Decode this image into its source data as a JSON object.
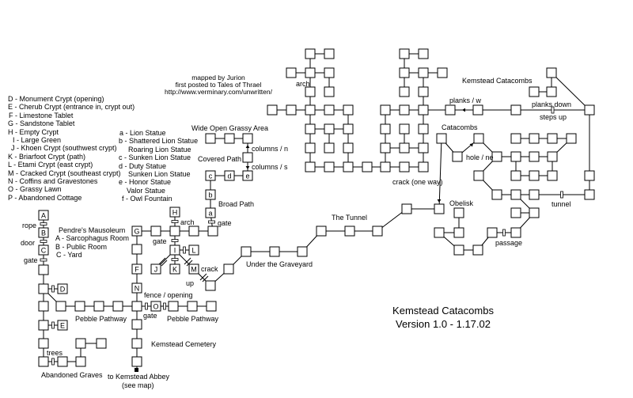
{
  "map": {
    "title": "Kemstead Catacombs",
    "version": "Version 1.0 - 1.17.02",
    "credits": [
      "mapped by Jurion",
      "first posted to Tales of Thrael",
      "http://www.verminary.com/unwritten/"
    ],
    "legend_upper": [
      "D - Monument Crypt (opening)",
      "E - Cherub Crypt (entrance in, crypt out)",
      "F - Limestone Tablet",
      "G - Sandstone Tablet",
      "H - Empty Crypt",
      "I - Large Green",
      "J - Khoen Crypt (southwest crypt)",
      "K - Briarfoot Crypt (path)",
      "L - Etami Crypt (east crypt)",
      "M - Cracked Crypt (southeast crypt)",
      "N - Coffins and Gravestones",
      "O - Grassy Lawn",
      "P - Abandoned Cottage"
    ],
    "legend_statues": [
      "a - Lion Statue",
      "b - Shattered Lion Statue",
      "Roaring Lion Statue",
      "c - Sunken Lion Statue",
      "d - Duty Statue",
      "Sunken Lion Statue",
      "e - Honor Statue",
      "Valor Statue",
      "f - Owl Fountain"
    ],
    "legend_mausoleum": {
      "heading": "Pendre's Mausoleum",
      "items": [
        "A - Sarcophagus Room",
        "B - Public Room",
        "C - Yard"
      ]
    },
    "area_labels": {
      "wide_open": "Wide Open Grassy Area",
      "covered_path": "Covered Path",
      "columns_n": "columns / n",
      "columns_s": "columns / s",
      "broad_path": "Broad Path",
      "arch_top": "arch",
      "catacombs_title": "Kemstead Catacombs",
      "planks_w": "planks / w",
      "planks_down": "planks down",
      "steps_up": "steps up",
      "catacombs": "Catacombs",
      "hole_ne": "hole / ne",
      "crack_one_way": "crack (one way)",
      "obelisk": "Obelisk",
      "tunnel_right": "tunnel",
      "passage": "passage",
      "the_tunnel": "The Tunnel",
      "under_graveyard": "Under the Graveyard",
      "crack": "crack",
      "up": "up",
      "gate_a": "gate",
      "arch_h": "arch",
      "gate_i": "gate",
      "rope": "rope",
      "door": "door",
      "gate_c": "gate",
      "fence_opening": "fence / opening",
      "pebble_left": "Pebble Pathway",
      "pebble_right": "Pebble Pathway",
      "gate_o": "gate",
      "cemetery": "Kemstead Cemetery",
      "trees": "trees",
      "abandoned_graves": "Abandoned Graves",
      "to_abbey": "to Kemstead Abbey",
      "see_map": "(see map)"
    },
    "room_letters": {
      "A": "A",
      "B": "B",
      "C": "C",
      "D": "D",
      "E": "E",
      "F": "F",
      "G": "G",
      "H": "H",
      "I": "I",
      "J": "J",
      "K": "K",
      "L": "L",
      "M": "M",
      "N": "N",
      "O": "O",
      "a": "a",
      "b": "b",
      "c": "c",
      "d": "d",
      "e": "e"
    }
  }
}
